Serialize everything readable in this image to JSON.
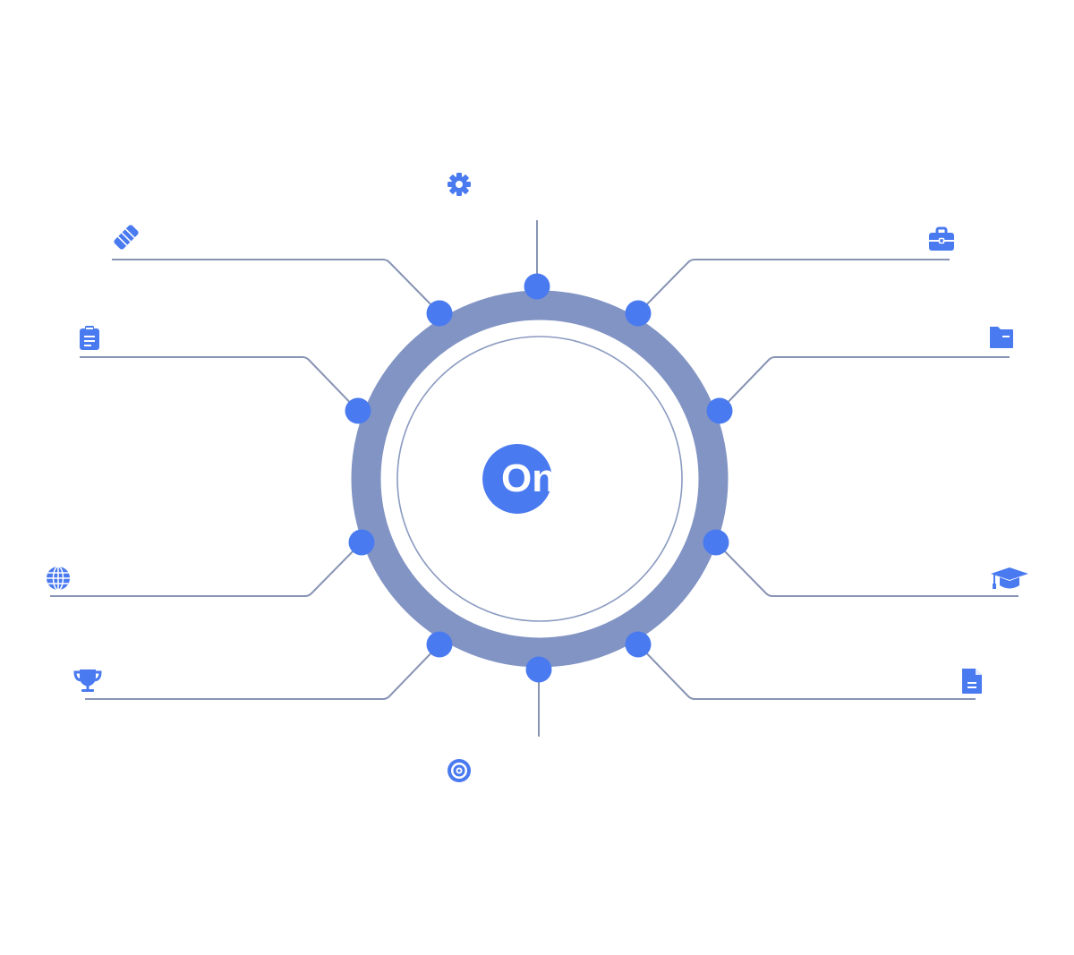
{
  "center": {
    "badge_text": "On"
  },
  "spokes": [
    {
      "id": "top",
      "icon": "gear-icon"
    },
    {
      "id": "upper-left",
      "icon": "handshake-icon"
    },
    {
      "id": "left",
      "icon": "clipboard-icon"
    },
    {
      "id": "lower-left",
      "icon": "globe-icon"
    },
    {
      "id": "bottom-left",
      "icon": "trophy-icon"
    },
    {
      "id": "bottom",
      "icon": "target-icon"
    },
    {
      "id": "upper-right",
      "icon": "briefcase-icon"
    },
    {
      "id": "right",
      "icon": "folder-icon"
    },
    {
      "id": "lower-right",
      "icon": "graduation-cap-icon"
    },
    {
      "id": "bottom-right",
      "icon": "document-icon"
    }
  ],
  "colors": {
    "accent": "#4a7af0",
    "ring": "#8294c4",
    "connector": "#8794b3",
    "inner_ring": "#8a9ac0"
  }
}
